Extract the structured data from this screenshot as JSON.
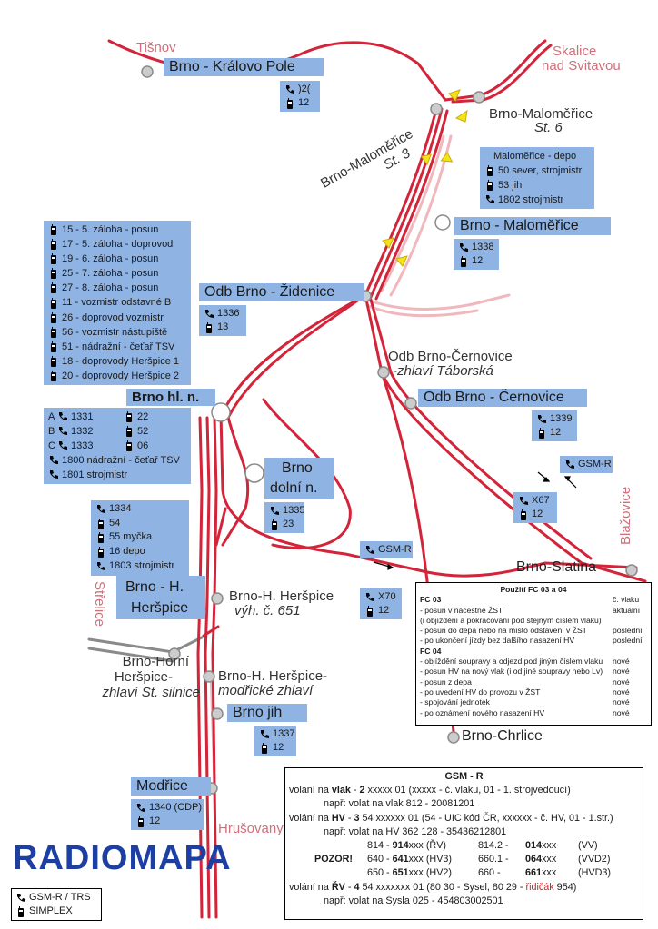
{
  "title": "RADIOMAPA",
  "colors": {
    "track": "#d3243a",
    "track_fade": "#f0b8bd",
    "box": "#8fb3e3",
    "title": "#1d3fa3",
    "node": "#cccccc",
    "grey_track": "#8a8a8a"
  },
  "icons": {
    "phone": "phone-icon",
    "radio": "radio-icon",
    "train": "train-direction-triangle",
    "arrow": "direction-arrow"
  },
  "cities": {
    "tisnov": "Tišnov",
    "skalice1": "Skalice",
    "skalice2": "nad Svitavou",
    "strelice": "Střelice",
    "blazovice": "Blažovice",
    "hrusovany": "Hrušovany"
  },
  "stations": {
    "kp": {
      "name": "Brno - Královo Pole",
      "phone": ")2(",
      "radio": "12"
    },
    "mal_st6": {
      "name": "Brno-Maloměřice",
      "sub": "St. 6"
    },
    "mal_st3": {
      "name": "Brno-Maloměřice",
      "sub": "St. 3"
    },
    "mal_depo": {
      "title": "Maloměřice - depo",
      "radio1": "50 sever, strojmistr",
      "radio2": "53 jih",
      "phone": "1802 strojmistr"
    },
    "mal": {
      "name": "Brno - Maloměřice",
      "phone": "1338",
      "radio": "12"
    },
    "zid": {
      "name": "Odb Brno - Židenice",
      "phone": "1336",
      "radio": "13"
    },
    "cer_zhlavi": {
      "name": "Odb Brno-Černovice",
      "sub": "-zhlaví Táborská"
    },
    "cer": {
      "name": "Odb Brno - Černovice",
      "phone": "1339",
      "radio": "12"
    },
    "hln": {
      "name": "Brno hl. n."
    },
    "hln_list": [
      "15 - 5. záloha - posun",
      "17 - 5. záloha - doprovod",
      "19 - 6. záloha - posun",
      "25 - 7. záloha - posun",
      "27 - 8. záloha - posun",
      "11 - vozmistr odstavné B",
      "26 - doprovod vozmistr",
      "56 - vozmistr nástupiště",
      "51 - nádražní - čeťař TSV",
      "18 - doprovody Heršpice 1",
      "20 - doprovody Heršpice 2"
    ],
    "hln_phones": {
      "a": "A",
      "a_num": "1331",
      "b": "B",
      "b_num": "1332",
      "c": "C",
      "c_num": "1333",
      "r1": "22",
      "r2": "52",
      "r3": "06",
      "p4": "1800 nádražní - čeťař TSV",
      "p5": "1801 strojmistr"
    },
    "gsm1": "GSM-R",
    "x67": {
      "phone": "X67",
      "radio": "12"
    },
    "slatina": "Brno-Slatina",
    "dolni": {
      "name1": "Brno",
      "name2": "dolní n.",
      "phone": "1335",
      "radio": "23"
    },
    "gsm2": "GSM-R",
    "x70": {
      "phone": "X70",
      "radio": "12"
    },
    "hers_list": {
      "phone1": "1334",
      "r1": "54",
      "r2": "55 myčka",
      "r3": "16 depo",
      "phone2": "1803 strojmistr"
    },
    "hers": {
      "name1": "Brno - H.",
      "name2": "Heršpice"
    },
    "hers651": {
      "name": "Brno-H. Heršpice",
      "sub": "výh. č. 651"
    },
    "horni": {
      "l1": "Brno-Horní",
      "l2": "Heršpice-",
      "l3": "zhlaví St. silnice"
    },
    "modre": {
      "name": "Brno-H. Heršpice-",
      "sub": "modřické zhlaví"
    },
    "jih": {
      "name": "Brno jih",
      "phone": "1337",
      "radio": "12"
    },
    "chrlice": "Brno-Chrlice",
    "modrice": {
      "name": "Modřice",
      "phone": "1340 (CDP)",
      "radio": "12"
    }
  },
  "fc_table": {
    "title": "Použití FC 03 a 04",
    "h1": "FC 03",
    "h2": "č. vlaku",
    "rows03": [
      [
        "- posun v nácestné ŽST",
        "aktuální"
      ],
      [
        "(i objíždění a pokračování pod stejným číslem vlaku)",
        ""
      ],
      [
        "- posun do depa nebo na místo odstavení v ŽST",
        "poslední"
      ],
      [
        "- po ukončení jízdy bez dalšího nasazení HV",
        "poslední"
      ]
    ],
    "h3": "FC 04",
    "rows04": [
      [
        "- objíždění soupravy a odjezd pod jiným číslem vlaku",
        "nové"
      ],
      [
        "- posun HV na nový vlak (i od jiné soupravy nebo Lv)",
        "nové"
      ],
      [
        "- posun z depa",
        "nové"
      ],
      [
        "- po uvedení HV do provozu v ŽST",
        "nové"
      ],
      [
        "- spojování jednotek",
        "nové"
      ],
      [
        "- po oznámení nového nasazení HV",
        "nové"
      ]
    ]
  },
  "gsm_box": {
    "title": "GSM - R",
    "l1a": "volání na ",
    "l1b": "vlak",
    "l1c": " - ",
    "l1d": "2",
    "l1e": " xxxxx 01 (xxxxx - č. vlaku, 01 - 1. strojvedoucí)",
    "l2": "např: volat na vlak 812 - 20081201",
    "l3a": "volání na ",
    "l3b": "HV",
    "l3c": " - ",
    "l3d": "3",
    "l3e": " 54 xxxxxx 01 (54 - UIC kód ČR, xxxxxx - č. HV, 01 - 1.str.)",
    "l4": "např: volat na HV 362 128 - 35436212801",
    "r1": [
      "814 - ",
      "914",
      "xxx (ŘV)",
      "814.2 - ",
      "014",
      "xxx",
      "(VV)"
    ],
    "pozor": "POZOR!",
    "r2": [
      "640 - ",
      "641",
      "xxx (HV3)",
      "660.1 - ",
      "064",
      "xxx",
      "(VVD2)"
    ],
    "r3": [
      "650 - ",
      "651",
      "xxx (HV2)",
      "660 - ",
      "661",
      "xxx",
      "(HVD3)"
    ],
    "l8a": "volání na ",
    "l8b": "ŘV",
    "l8c": " - ",
    "l8d": "4",
    "l8e": " 54 xxxxxxx 01 (80 30 - Sysel, 80 29 - ",
    "l8f": "řidičák",
    "l8g": " 954)",
    "l9": "např: volat na Sysla 025 - 454803002501"
  },
  "legend": {
    "l1": "GSM-R / TRS",
    "l2": "SIMPLEX"
  }
}
